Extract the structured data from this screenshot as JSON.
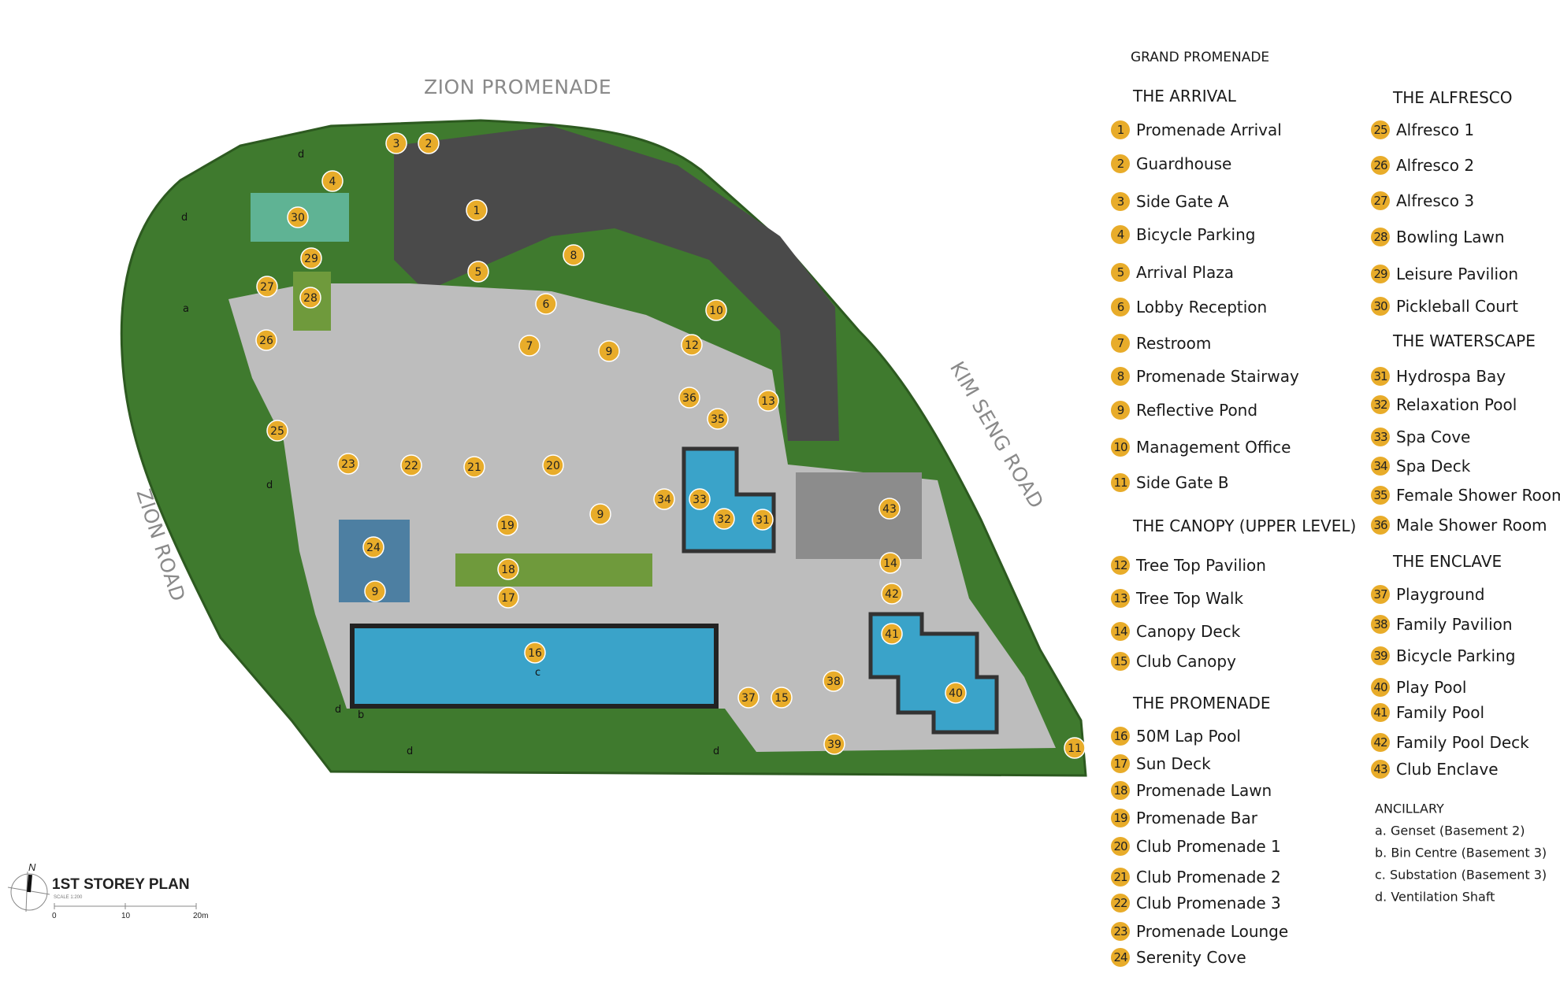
{
  "roads": {
    "north": "ZION PROMENADE",
    "east": "KIM SENG ROAD",
    "west": "ZION ROAD"
  },
  "plan": {
    "title": "1ST STOREY PLAN",
    "scale_text": "SCALE 1:200",
    "north_label": "N",
    "scale_ticks": [
      "0",
      "10",
      "20m"
    ]
  },
  "colors": {
    "marker": "#e8ac2a",
    "pool": "#3aa3c9",
    "greenery": "#3f7a2e",
    "lawn": "#6f9a3c",
    "road": "#4a4a4a",
    "deck": "#b9b9b9"
  },
  "legend": {
    "group_title": "GRAND PROMENADE",
    "sections": [
      {
        "title": "THE ARRIVAL",
        "items": [
          {
            "num": "1",
            "label": "Promenade Arrival"
          },
          {
            "num": "2",
            "label": "Guardhouse"
          },
          {
            "num": "3",
            "label": "Side Gate A"
          },
          {
            "num": "4",
            "label": "Bicycle Parking"
          },
          {
            "num": "5",
            "label": "Arrival Plaza"
          },
          {
            "num": "6",
            "label": "Lobby Reception"
          },
          {
            "num": "7",
            "label": "Restroom"
          },
          {
            "num": "8",
            "label": "Promenade Stairway"
          },
          {
            "num": "9",
            "label": "Reflective Pond"
          },
          {
            "num": "10",
            "label": "Management Office"
          },
          {
            "num": "11",
            "label": "Side Gate B"
          }
        ]
      },
      {
        "title": "THE CANOPY  (UPPER LEVEL)",
        "items": [
          {
            "num": "12",
            "label": "Tree Top Pavilion"
          },
          {
            "num": "13",
            "label": "Tree Top Walk"
          },
          {
            "num": "14",
            "label": "Canopy Deck"
          },
          {
            "num": "15",
            "label": "Club Canopy"
          }
        ]
      },
      {
        "title": "THE PROMENADE",
        "items": [
          {
            "num": "16",
            "label": "50M Lap Pool"
          },
          {
            "num": "17",
            "label": "Sun Deck"
          },
          {
            "num": "18",
            "label": "Promenade Lawn"
          },
          {
            "num": "19",
            "label": "Promenade Bar"
          },
          {
            "num": "20",
            "label": "Club Promenade 1"
          },
          {
            "num": "21",
            "label": "Club Promenade 2"
          },
          {
            "num": "22",
            "label": "Club Promenade 3"
          },
          {
            "num": "23",
            "label": "Promenade Lounge"
          },
          {
            "num": "24",
            "label": "Serenity Cove"
          }
        ]
      },
      {
        "title": "THE ALFRESCO",
        "items": [
          {
            "num": "25",
            "label": "Alfresco 1"
          },
          {
            "num": "26",
            "label": "Alfresco 2"
          },
          {
            "num": "27",
            "label": "Alfresco 3"
          },
          {
            "num": "28",
            "label": "Bowling Lawn"
          },
          {
            "num": "29",
            "label": "Leisure Pavilion"
          },
          {
            "num": "30",
            "label": "Pickleball Court"
          }
        ]
      },
      {
        "title": "THE WATERSCAPE",
        "items": [
          {
            "num": "31",
            "label": "Hydrospa Bay"
          },
          {
            "num": "32",
            "label": "Relaxation Pool"
          },
          {
            "num": "33",
            "label": "Spa Cove"
          },
          {
            "num": "34",
            "label": "Spa Deck"
          },
          {
            "num": "35",
            "label": "Female Shower Room"
          },
          {
            "num": "36",
            "label": "Male Shower Room"
          }
        ]
      },
      {
        "title": "THE ENCLAVE",
        "items": [
          {
            "num": "37",
            "label": "Playground"
          },
          {
            "num": "38",
            "label": "Family Pavilion"
          },
          {
            "num": "39",
            "label": "Bicycle Parking"
          },
          {
            "num": "40",
            "label": "Play Pool"
          },
          {
            "num": "41",
            "label": "Family Pool"
          },
          {
            "num": "42",
            "label": "Family Pool Deck"
          },
          {
            "num": "43",
            "label": "Club Enclave"
          }
        ]
      }
    ],
    "ancillary": {
      "title": "ANCILLARY",
      "items": [
        "a. Genset (Basement 2)",
        "b. Bin Centre (Basement 3)",
        "c. Substation (Basement 3)",
        "d. Ventilation Shaft"
      ]
    }
  },
  "map_markers": [
    "1",
    "2",
    "3",
    "4",
    "5",
    "6",
    "7",
    "8",
    "9",
    "9",
    "9",
    "10",
    "11",
    "12",
    "13",
    "14",
    "15",
    "16",
    "17",
    "18",
    "19",
    "20",
    "21",
    "22",
    "23",
    "24",
    "25",
    "26",
    "27",
    "28",
    "29",
    "30",
    "31",
    "32",
    "33",
    "34",
    "35",
    "36",
    "37",
    "38",
    "39",
    "40",
    "41",
    "42",
    "43"
  ],
  "map_letters": [
    "a",
    "b",
    "c",
    "d",
    "d",
    "d",
    "d",
    "d",
    "d"
  ]
}
